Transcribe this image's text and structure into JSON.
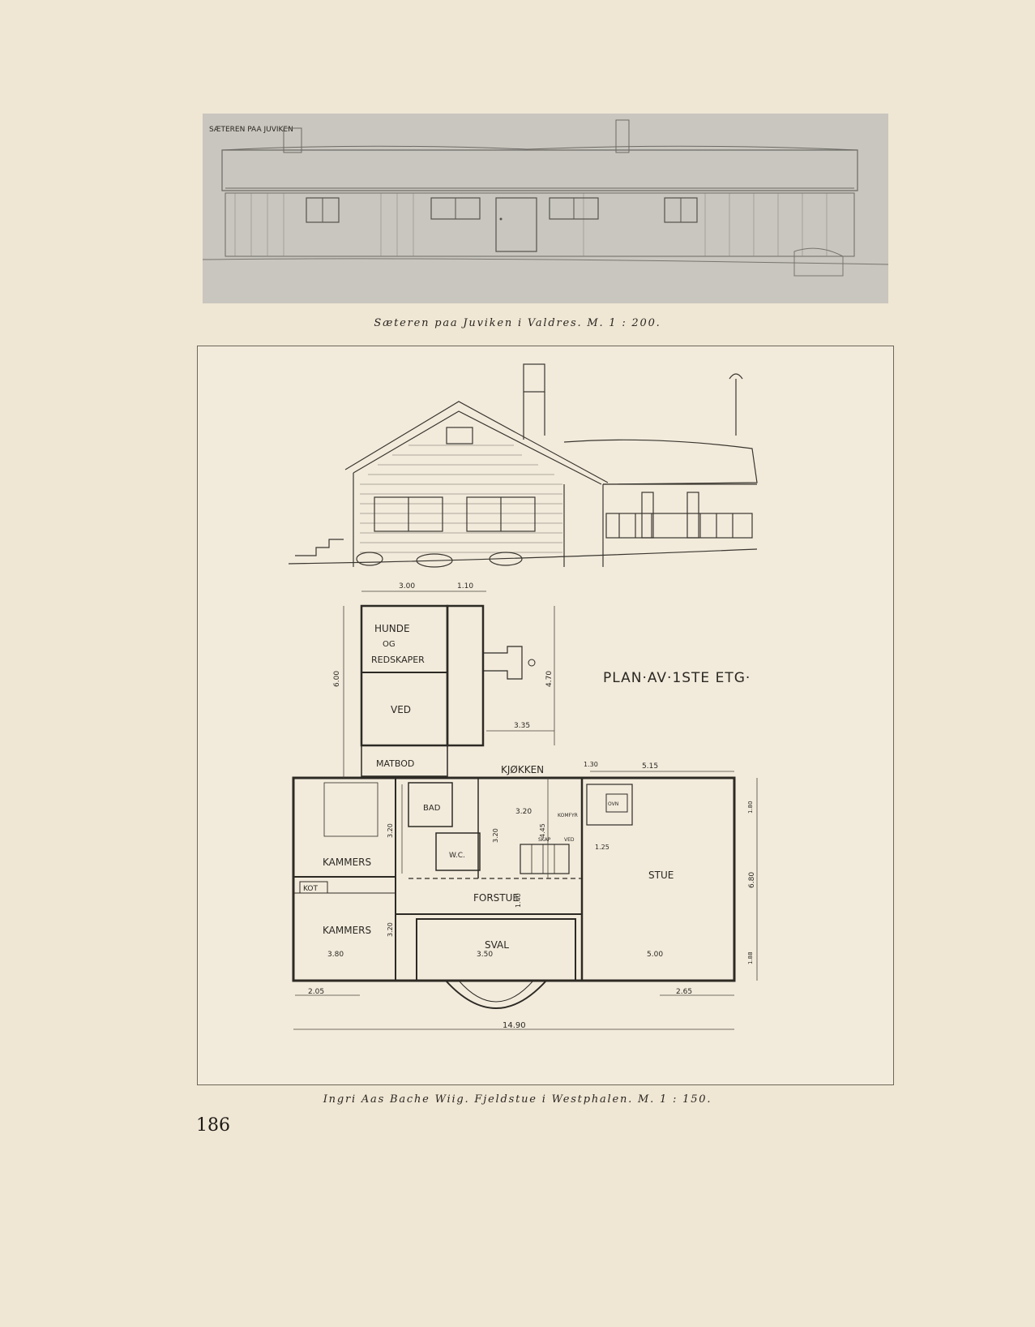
{
  "upper_figure": {
    "sketch_label": "SÆTEREN PAA JUVIKEN",
    "caption": "Sæteren paa Juviken i Valdres. M. 1 : 200."
  },
  "lower_figure": {
    "plan_title": "PLAN·AV·1STE ETG·",
    "rooms": {
      "hunde": "HUNDE",
      "og": "OG",
      "redskaper": "REDSKAPER",
      "ved": "VED",
      "matbod": "MATBOD",
      "kjokken": "KJØKKEN",
      "bad": "BAD",
      "wc": "W.C.",
      "kammers_1": "KAMMERS",
      "kammers_2": "KAMMERS",
      "kot": "KOT",
      "forstue": "FORSTUE",
      "sval": "SVAL",
      "stue": "STUE",
      "skap": "SKAP",
      "ved_small": "VED",
      "komfyr": "KOMFYR",
      "ovn": "OVN"
    },
    "dimensions": {
      "top_a": "3.00",
      "top_b": "1.10",
      "left_height": "6.00",
      "right_height": "4.70",
      "mid_width": "3.35",
      "d130": "1.30",
      "d515": "5.15",
      "d320_kitchen": "3.20",
      "d445": "4.45",
      "d320_left1": "3.20",
      "d320_left2": "3.20",
      "d320_mid": "3.20",
      "d140": "1.40",
      "d125": "1.25",
      "d180": "1.80",
      "d680": "6.80",
      "d188": "1.88",
      "d380": "3.80",
      "d350": "3.50",
      "d500": "5.00",
      "d205": "2.05",
      "d265": "2.65",
      "d1490": "14.90"
    },
    "caption": "Ingri Aas Bache Wiig. Fjeldstue i Westphalen. M. 1 : 150."
  },
  "page_number": "186"
}
